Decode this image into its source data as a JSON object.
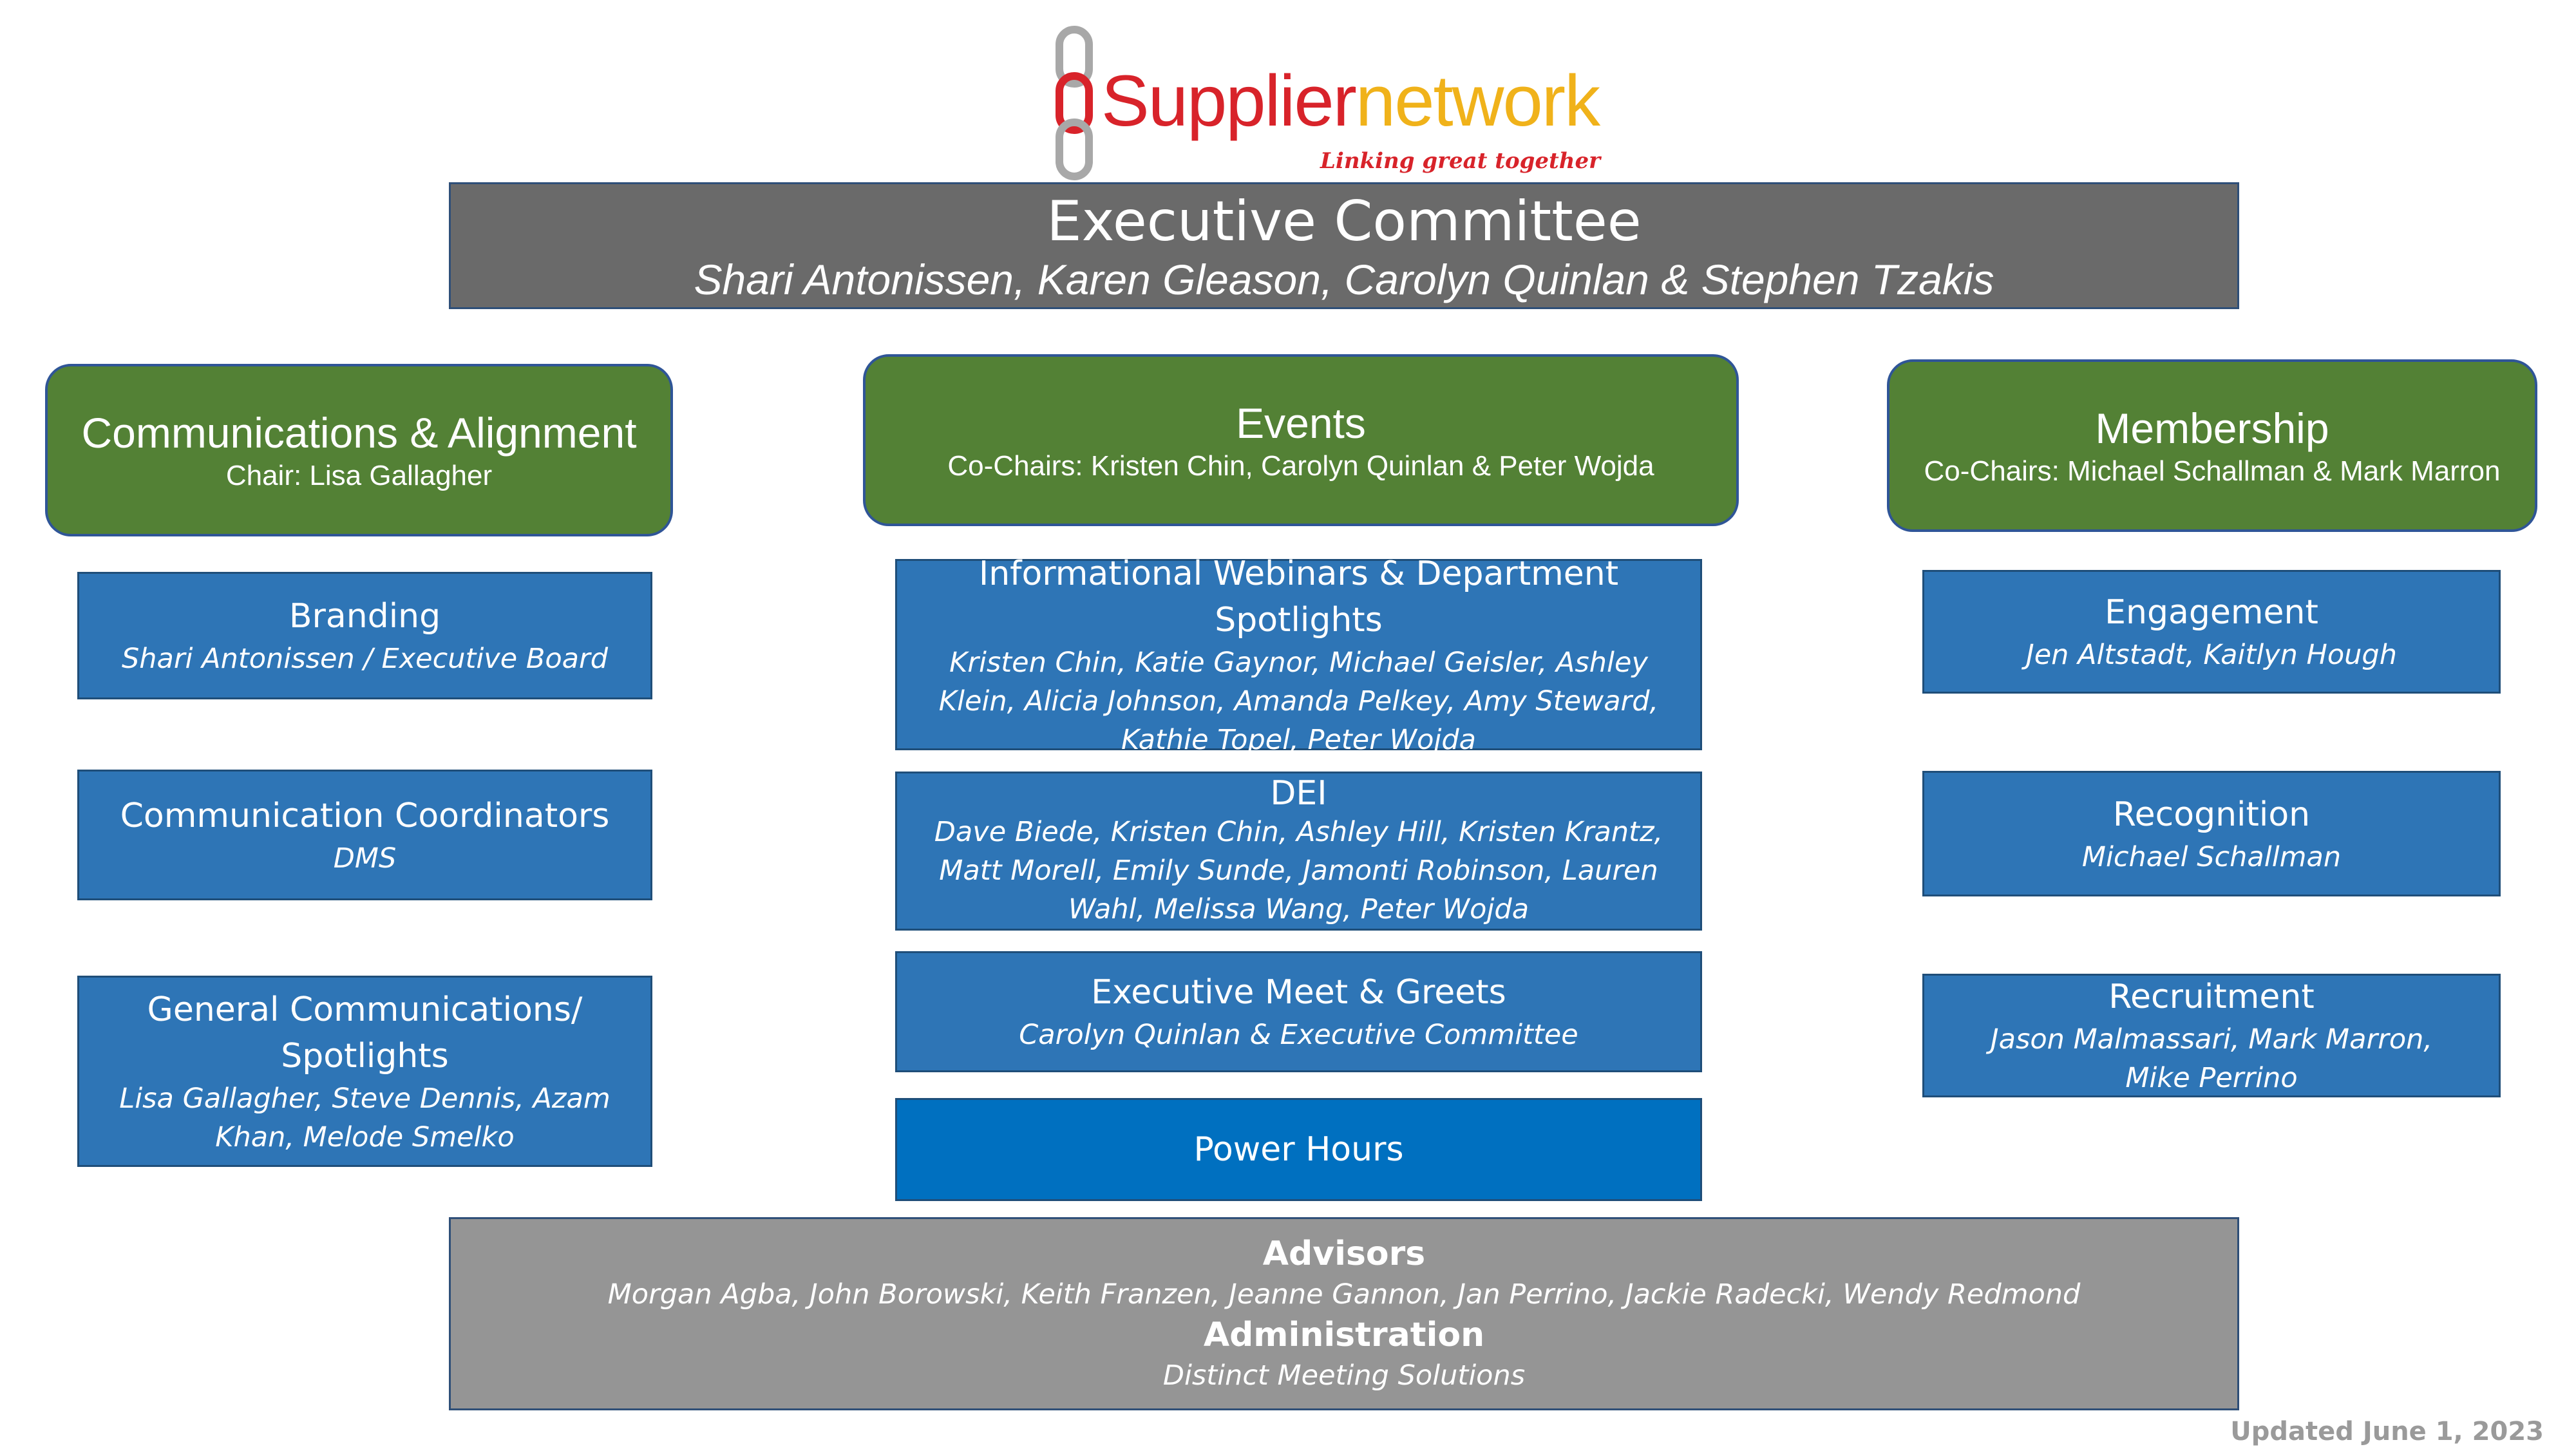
{
  "logo": {
    "word1": "Supplier",
    "word2": "network",
    "tagline": "Linking great together",
    "colors": {
      "red": "#d8232a",
      "gold": "#f0b21a"
    }
  },
  "executive": {
    "title": "Executive Committee",
    "members": "Shari Antonissen, Karen Gleason, Carolyn Quinlan & Stephen Tzakis"
  },
  "columns": [
    {
      "header": {
        "title": "Communications & Alignment",
        "subtitle": "Chair: Lisa Gallagher"
      },
      "boxes": [
        {
          "title": "Branding",
          "names": "Shari Antonissen / Executive Board"
        },
        {
          "title": "Communication Coordinators",
          "names": "DMS"
        },
        {
          "title": "General Communications/ Spotlights",
          "names": "Lisa Gallagher, Steve Dennis, Azam Khan, Melode Smelko"
        }
      ]
    },
    {
      "header": {
        "title": "Events",
        "subtitle": "Co-Chairs: Kristen Chin, Carolyn Quinlan & Peter Wojda"
      },
      "boxes": [
        {
          "title": "Informational Webinars & Department Spotlights",
          "names": "Kristen Chin, Katie Gaynor, Michael Geisler, Ashley Klein, Alicia Johnson, Amanda Pelkey, Amy Steward, Kathie Topel, Peter Wojda"
        },
        {
          "title": "DEI",
          "names": "Dave Biede, Kristen Chin, Ashley Hill, Kristen Krantz, Matt Morell, Emily Sunde, Jamonti Robinson, Lauren Wahl, Melissa Wang, Peter Wojda"
        },
        {
          "title": "Executive Meet & Greets",
          "names": "Carolyn Quinlan & Executive Committee"
        },
        {
          "title": "Power Hours"
        }
      ]
    },
    {
      "header": {
        "title": "Membership",
        "subtitle": "Co-Chairs: Michael Schallman & Mark Marron"
      },
      "boxes": [
        {
          "title": "Engagement",
          "names": "Jen Altstadt, Kaitlyn Hough"
        },
        {
          "title": "Recognition",
          "names": "Michael Schallman"
        },
        {
          "title": "Recruitment",
          "names": "Jason Malmassari, Mark Marron, Mike Perrino"
        }
      ]
    }
  ],
  "advisors": {
    "title": "Advisors",
    "names": "Morgan Agba, John Borowski, Keith Franzen, Jeanne Gannon, Jan Perrino, Jackie Radecki, Wendy Redmond",
    "admin_title": "Administration",
    "admin_names": "Distinct Meeting Solutions"
  },
  "updated": "Updated June 1, 2023",
  "colors": {
    "exec_gray": "#6a6a6a",
    "header_green": "#538135",
    "box_blue": "#2e75b6",
    "power_blue": "#0070c0",
    "advisor_gray": "#959595"
  }
}
